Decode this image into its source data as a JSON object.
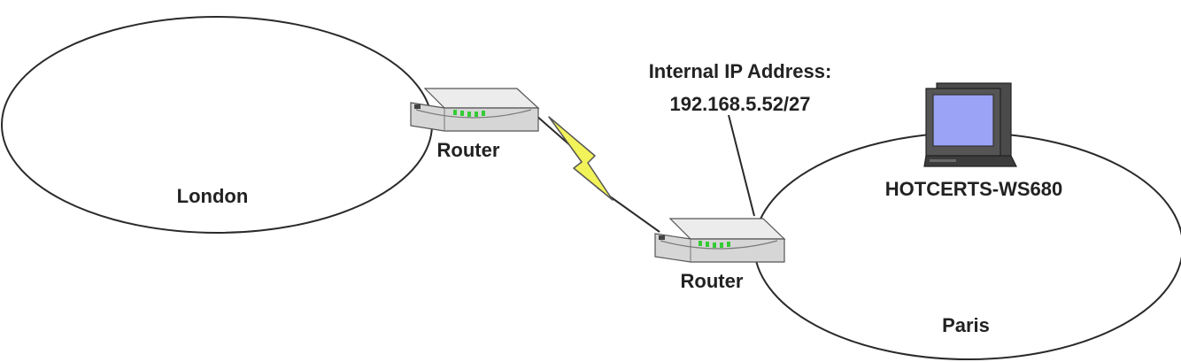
{
  "diagram": {
    "sites": [
      {
        "label": "London"
      },
      {
        "label": "Paris"
      }
    ],
    "routers": [
      {
        "label": "Router"
      },
      {
        "label": "Router"
      }
    ],
    "annotation": {
      "line1": "Internal IP Address:",
      "line2": "192.168.5.52/27"
    },
    "workstation": {
      "label": "HOTCERTS-WS680"
    },
    "link": {
      "type": "wan-serial",
      "icon": "lightning-bolt"
    },
    "colors": {
      "outline": "#2a2a2a",
      "router_body": "#d8d8d8",
      "router_leds": "#33cc33",
      "link_bolt": "#f2f25a",
      "monitor_screen": "#9aa3f5",
      "text": "#222222"
    }
  }
}
